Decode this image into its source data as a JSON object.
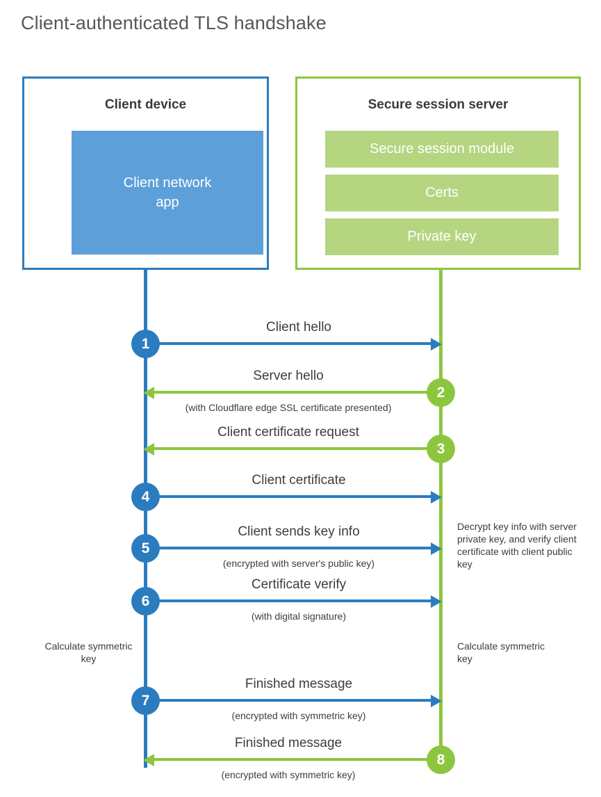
{
  "title": "Client-authenticated TLS handshake",
  "colors": {
    "blue_stroke": "#2b7cbf",
    "blue_fill": "#5d9fd8",
    "green_stroke": "#8cc63f",
    "green_fill": "#b5d581",
    "title_text": "#575757",
    "body_text": "#3d3d3d",
    "background": "#ffffff"
  },
  "client_box": {
    "title": "Client device",
    "app_label": "Client network\napp",
    "app_label_line1": "Client network",
    "app_label_line2": "app"
  },
  "server_box": {
    "title": "Secure session server",
    "bars": [
      {
        "label": "Secure session module"
      },
      {
        "label": "Certs"
      },
      {
        "label": "Private key"
      }
    ]
  },
  "lifelines": {
    "client": "client-lifeline",
    "server": "server-lifeline"
  },
  "steps": [
    {
      "number": "1",
      "direction": "client-to-server",
      "color": "blue",
      "primary": "Client hello",
      "secondary": ""
    },
    {
      "number": "2",
      "direction": "server-to-client",
      "color": "green",
      "primary": "Server hello",
      "secondary": "(with Cloudflare edge SSL certificate presented)"
    },
    {
      "number": "3",
      "direction": "server-to-client",
      "color": "green",
      "primary": "Client certificate request",
      "secondary": ""
    },
    {
      "number": "4",
      "direction": "client-to-server",
      "color": "blue",
      "primary": "Client certificate",
      "secondary": ""
    },
    {
      "number": "5",
      "direction": "client-to-server",
      "color": "blue",
      "primary": "Client sends key info",
      "secondary": "(encrypted with server's public key)"
    },
    {
      "number": "6",
      "direction": "client-to-server",
      "color": "blue",
      "primary": "Certificate verify",
      "secondary": "(with digital signature)"
    },
    {
      "number": "7",
      "direction": "client-to-server",
      "color": "blue",
      "primary": "Finished message",
      "secondary": "(encrypted with symmetric key)"
    },
    {
      "number": "8",
      "direction": "server-to-client",
      "color": "green",
      "primary": "Finished message",
      "secondary": "(encrypted with symmetric key)"
    }
  ],
  "annotations": {
    "server_decrypt": "Decrypt key info with server private key, and verify client certificate with client public key",
    "client_calc": "Calculate symmetric key",
    "server_calc": "Calculate symmetric key"
  }
}
